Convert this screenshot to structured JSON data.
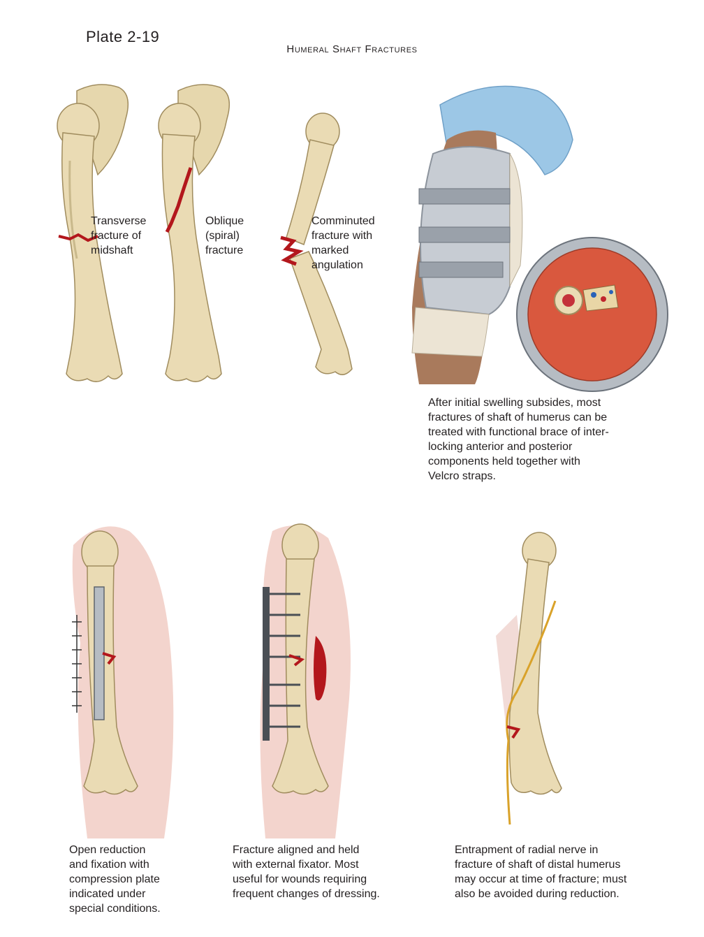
{
  "plate_number": "Plate 2-19",
  "title": "Humeral Shaft Fractures",
  "labels": {
    "transverse": "Transverse\nfracture of\nmidshaft",
    "oblique": "Oblique\n(spiral)\nfracture",
    "comminuted": "Comminuted\nfracture with\nmarked\nangulation"
  },
  "captions": {
    "brace": "After initial swelling subsides, most\nfractures of shaft of humerus can be\ntreated with functional brace of inter-\nlocking anterior and posterior\ncomponents held together with\nVelcro straps.",
    "plate": "Open reduction\nand fixation with\ncompression plate\nindicated under\nspecial conditions.",
    "fixator": "Fracture aligned and held\nwith external fixator. Most\nuseful for wounds requiring\nfrequent changes of dressing.",
    "nerve": "Entrapment of radial nerve in\nfracture of shaft of distal humerus\nmay occur at time of fracture; must\nalso be avoided during reduction."
  },
  "colors": {
    "bone": "#eadbb4",
    "bone_shadow": "#c9b98c",
    "fracture": "#b3171c",
    "skin": "#f0c9c0",
    "brace": "#c7ccd3",
    "drape": "#9cc7e6",
    "muscle": "#d9583e"
  }
}
